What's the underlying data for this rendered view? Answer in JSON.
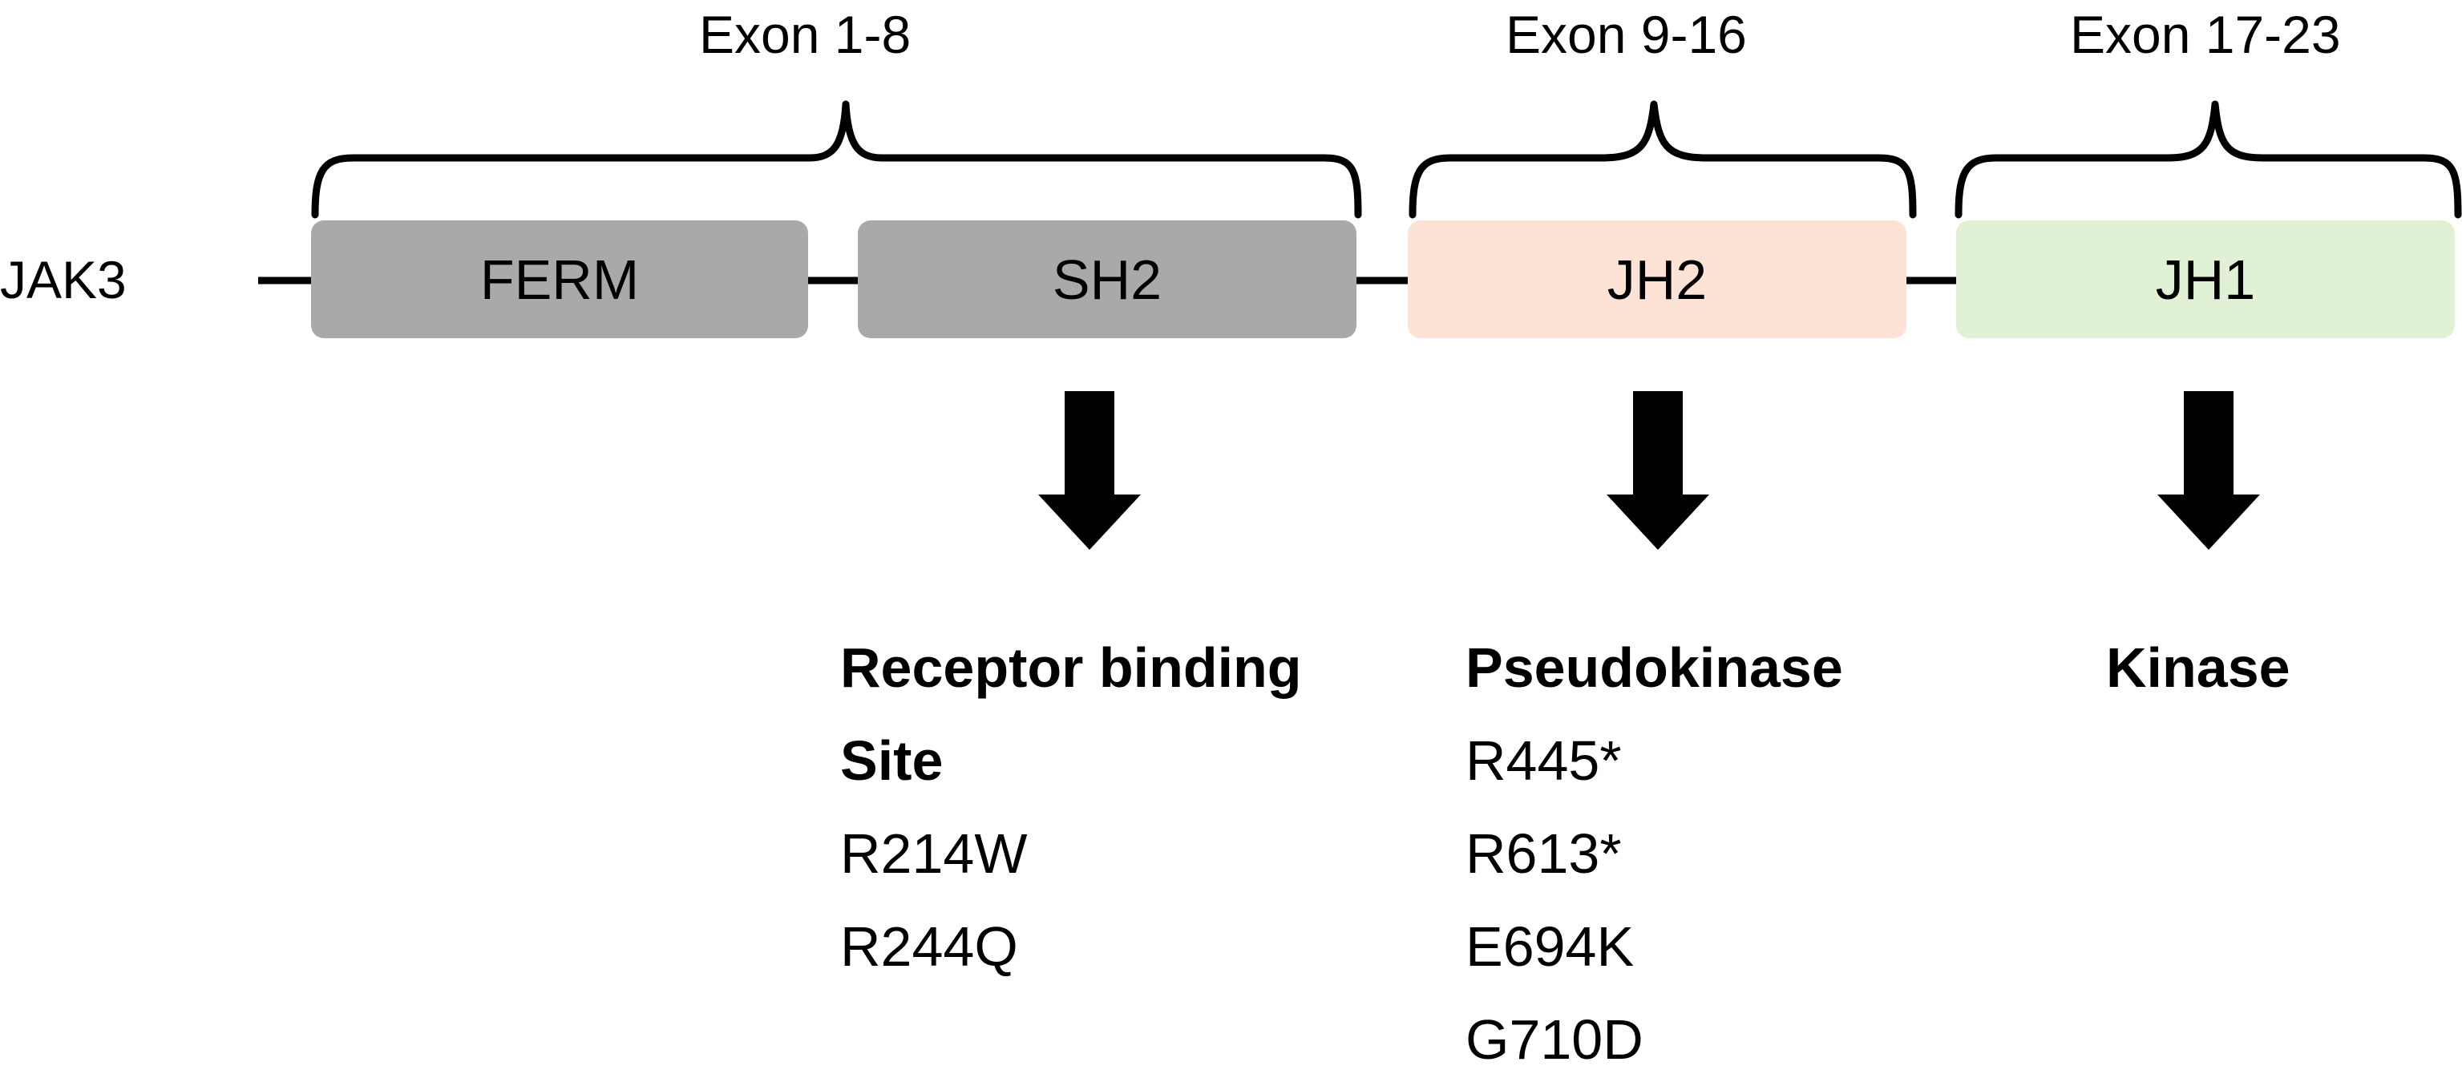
{
  "gene": "JAK3",
  "exon_groups": [
    "Exon 1-8",
    "Exon 9-16",
    "Exon 17-23"
  ],
  "domains": [
    {
      "name": "FERM",
      "color": "#a9a9a9"
    },
    {
      "name": "SH2",
      "color": "#a9a9a9"
    },
    {
      "name": "JH2",
      "color": "#fde3d6"
    },
    {
      "name": "JH1",
      "color": "#e0f1d6"
    }
  ],
  "annotations": [
    {
      "heading": [
        "Receptor binding",
        "Site"
      ],
      "mutations": [
        "R214W",
        "R244Q"
      ]
    },
    {
      "heading": [
        "Pseudokinase"
      ],
      "mutations": [
        "R445*",
        "R613*",
        "E694K",
        "G710D"
      ]
    },
    {
      "heading": [
        "Kinase"
      ],
      "mutations": []
    }
  ],
  "colors": {
    "line": "#000000",
    "arrow": "#000000"
  }
}
